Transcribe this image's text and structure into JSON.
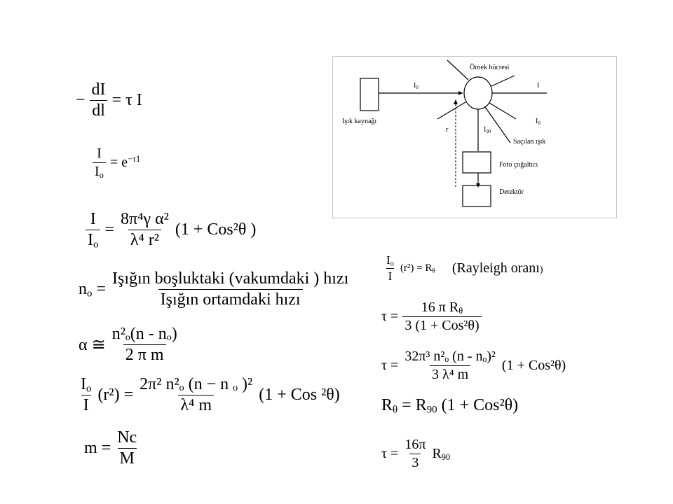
{
  "diagram": {
    "sample_cell": "Örnek hücresi",
    "light_source": "Işık kaynağı",
    "scattered_light": "Saçılan ışık",
    "photomultiplier": "Foto çoğaltıcı",
    "detector": "Detektör",
    "lbl_I0_in": "I",
    "lbl_I0_in_sub": "0",
    "lbl_I_out": "I",
    "lbl_I0_lower": "I",
    "lbl_I0_lower_sub": "0",
    "lbl_r": "r",
    "lbl_I90": "I",
    "lbl_I90_sub": "90"
  },
  "equations": {
    "e1_num": "dI",
    "e1_den": "dl",
    "e1_lhs_sign": "−",
    "e1_rhs": "= τ I",
    "e2_num": "I",
    "e2_den_base": "I",
    "e2_den_sub": "o",
    "e2_rhs": "= e",
    "e2_exp": "−τ1",
    "e3_num": "I",
    "e3_den": "I",
    "e3_den_sub": "o",
    "e3_frac_num": "8π⁴γ α²",
    "e3_frac_den": "λ⁴ r²",
    "e3_tail": "(1 + Cos²θ )",
    "e4_lhs": "n",
    "e4_lhs_sub": "o",
    "e4_eq": "=",
    "e4_num": "Işığın boşluktaki (vakumdaki ) hızı",
    "e4_den": "Işığın ortamdaki hızı",
    "e5_lhs": "α ≅",
    "e5_num": "n²ₒ(n - nₒ)",
    "e5_den": "2 π m",
    "e6_num": "I",
    "e6_num_sub": "o",
    "e6_den": "I",
    "e6_mid": "(r²) =",
    "e6_frac_num": "2π² n²ₒ (n − n ₒ )²",
    "e6_frac_den": "λ⁴ m",
    "e6_tail": "(1 + Cos ²θ)",
    "e7_lhs": "m =",
    "e7_num": "Nc",
    "e7_den": "M",
    "r1_num": "I",
    "r1_num_sub": "o",
    "r1_den": "I",
    "r1_mid": "(r²) = R",
    "r1_mid_sub": "θ",
    "r1_label": "(Rayleigh oranı",
    "r1_label_tail": ")",
    "r2_lhs": "τ =",
    "r2_num": "16 π R",
    "r2_num_sub": "θ",
    "r2_den": "3 (1 + Cos²θ)",
    "r3_lhs": "τ =",
    "r3_num": "32π³ n²ₒ (n - nₒ)²",
    "r3_den": "3 λ⁴ m",
    "r3_tail": "(1 + Cos²θ)",
    "r4_lhs": "R",
    "r4_lhs_sub": "θ",
    "r4_mid": "= R",
    "r4_mid_sub": "90",
    "r4_tail": "(1 + Cos²θ)",
    "r5_lhs": "τ =",
    "r5_num": "16π",
    "r5_den": "3",
    "r5_tail": "R",
    "r5_tail_sub": "90"
  }
}
